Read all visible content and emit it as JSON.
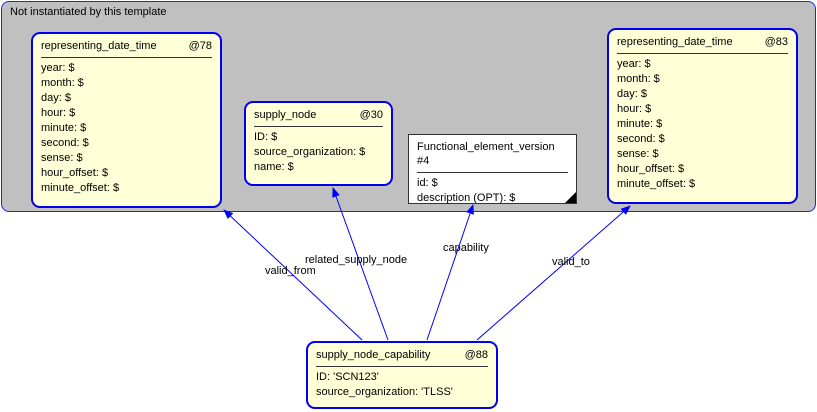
{
  "container": {
    "label": "Not instantiated by this template"
  },
  "nodes": {
    "rdt78": {
      "title": "representing_date_time",
      "id": "@78",
      "items": [
        "year: $",
        "month: $",
        "day: $",
        "hour: $",
        "minute: $",
        "second: $",
        "sense: $",
        "hour_offset: $",
        "minute_offset: $"
      ]
    },
    "sn30": {
      "title": "supply_node",
      "id": "@30",
      "items": [
        "ID: $",
        "source_organization: $",
        "name: $"
      ]
    },
    "fev": {
      "title": "Functional_element_version #4",
      "items": [
        "id: $",
        "description (OPT): $"
      ]
    },
    "rdt83": {
      "title": "representing_date_time",
      "id": "@83",
      "items": [
        "year: $",
        "month: $",
        "day: $",
        "hour: $",
        "minute: $",
        "second: $",
        "sense: $",
        "hour_offset: $",
        "minute_offset: $"
      ]
    },
    "snc88": {
      "title": "supply_node_capability",
      "id": "@88",
      "items": [
        "ID: 'SCN123'",
        "source_organization: 'TLSS'"
      ]
    }
  },
  "edges": {
    "valid_from": "valid_from",
    "related_supply_node": "related_supply_node",
    "capability": "capability",
    "valid_to": "valid_to"
  },
  "colors": {
    "edge": "#0000ff",
    "node_border": "#0000ee",
    "node_fill": "#ffffd8",
    "container_fill": "#c0c0c0"
  }
}
